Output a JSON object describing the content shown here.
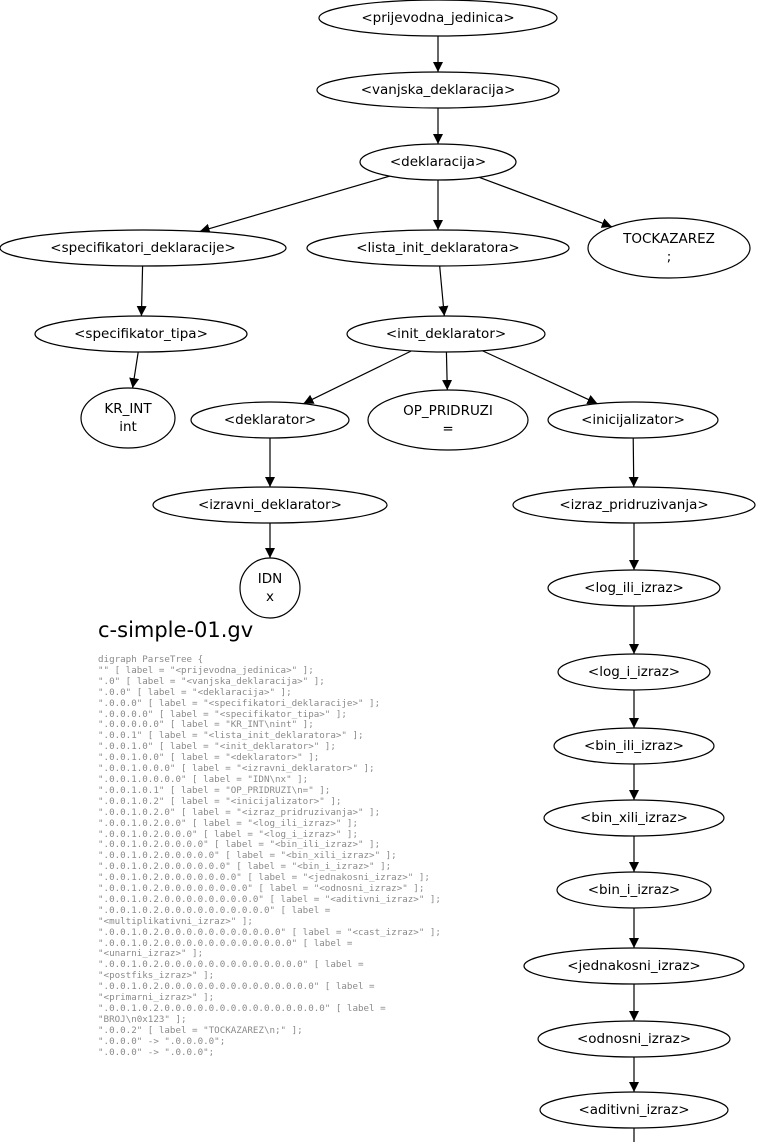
{
  "diagram": {
    "nodes": [
      {
        "id": "n0",
        "lines": [
          "<prijevodna_jedinica>"
        ]
      },
      {
        "id": "n1",
        "lines": [
          "<vanjska_deklaracija>"
        ]
      },
      {
        "id": "n2",
        "lines": [
          "<deklaracija>"
        ]
      },
      {
        "id": "n3",
        "lines": [
          "<specifikatori_deklaracije>"
        ]
      },
      {
        "id": "n4",
        "lines": [
          "<lista_init_deklaratora>"
        ]
      },
      {
        "id": "n5",
        "lines": [
          "TOCKAZAREZ",
          ";"
        ]
      },
      {
        "id": "n6",
        "lines": [
          "<specifikator_tipa>"
        ]
      },
      {
        "id": "n7",
        "lines": [
          "KR_INT",
          "int"
        ]
      },
      {
        "id": "n8",
        "lines": [
          "<init_deklarator>"
        ]
      },
      {
        "id": "n9",
        "lines": [
          "<deklarator>"
        ]
      },
      {
        "id": "n10",
        "lines": [
          "OP_PRIDRUZI",
          "="
        ]
      },
      {
        "id": "n11",
        "lines": [
          "<inicijalizator>"
        ]
      },
      {
        "id": "n12",
        "lines": [
          "<izravni_deklarator>"
        ]
      },
      {
        "id": "n13",
        "lines": [
          "IDN",
          "x"
        ]
      },
      {
        "id": "n14",
        "lines": [
          "<izraz_pridruzivanja>"
        ]
      },
      {
        "id": "n15",
        "lines": [
          "<log_ili_izraz>"
        ]
      },
      {
        "id": "n16",
        "lines": [
          "<log_i_izraz>"
        ]
      },
      {
        "id": "n17",
        "lines": [
          "<bin_ili_izraz>"
        ]
      },
      {
        "id": "n18",
        "lines": [
          "<bin_xili_izraz>"
        ]
      },
      {
        "id": "n19",
        "lines": [
          "<bin_i_izraz>"
        ]
      },
      {
        "id": "n20",
        "lines": [
          "<jednakosni_izraz>"
        ]
      },
      {
        "id": "n21",
        "lines": [
          "<odnosni_izraz>"
        ]
      },
      {
        "id": "n22",
        "lines": [
          "<aditivni_izraz>"
        ]
      }
    ],
    "edges": [
      [
        "n0",
        "n1"
      ],
      [
        "n1",
        "n2"
      ],
      [
        "n2",
        "n3"
      ],
      [
        "n2",
        "n4"
      ],
      [
        "n2",
        "n5"
      ],
      [
        "n3",
        "n6"
      ],
      [
        "n6",
        "n7"
      ],
      [
        "n4",
        "n8"
      ],
      [
        "n8",
        "n9"
      ],
      [
        "n8",
        "n10"
      ],
      [
        "n8",
        "n11"
      ],
      [
        "n9",
        "n12"
      ],
      [
        "n12",
        "n13"
      ],
      [
        "n11",
        "n14"
      ],
      [
        "n14",
        "n15"
      ],
      [
        "n15",
        "n16"
      ],
      [
        "n16",
        "n17"
      ],
      [
        "n17",
        "n18"
      ],
      [
        "n18",
        "n19"
      ],
      [
        "n19",
        "n20"
      ],
      [
        "n20",
        "n21"
      ],
      [
        "n21",
        "n22"
      ]
    ]
  },
  "file": {
    "title": "c-simple-01.gv",
    "source_lines": [
      "digraph ParseTree {",
      "\"\" [ label = \"<prijevodna_jedinica>\" ];",
      "\".0\" [ label = \"<vanjska_deklaracija>\" ];",
      "\".0.0\" [ label = \"<deklaracija>\" ];",
      "\".0.0.0\" [ label = \"<specifikatori_deklaracije>\" ];",
      "\".0.0.0.0\" [ label = \"<specifikator_tipa>\" ];",
      "\".0.0.0.0.0\" [ label = \"KR_INT\\nint\" ];",
      "\".0.0.1\" [ label = \"<lista_init_deklaratora>\" ];",
      "\".0.0.1.0\" [ label = \"<init_deklarator>\" ];",
      "\".0.0.1.0.0\" [ label = \"<deklarator>\" ];",
      "\".0.0.1.0.0.0\" [ label = \"<izravni_deklarator>\" ];",
      "\".0.0.1.0.0.0.0\" [ label = \"IDN\\nx\" ];",
      "\".0.0.1.0.1\" [ label = \"OP_PRIDRUZI\\n=\" ];",
      "\".0.0.1.0.2\" [ label = \"<inicijalizator>\" ];",
      "\".0.0.1.0.2.0\" [ label = \"<izraz_pridruzivanja>\" ];",
      "\".0.0.1.0.2.0.0\" [ label = \"<log_ili_izraz>\" ];",
      "\".0.0.1.0.2.0.0.0\" [ label = \"<log_i_izraz>\" ];",
      "\".0.0.1.0.2.0.0.0.0\" [ label = \"<bin_ili_izraz>\" ];",
      "\".0.0.1.0.2.0.0.0.0.0\" [ label = \"<bin_xili_izraz>\" ];",
      "\".0.0.1.0.2.0.0.0.0.0.0\" [ label = \"<bin_i_izraz>\" ];",
      "\".0.0.1.0.2.0.0.0.0.0.0.0\" [ label = \"<jednakosni_izraz>\" ];",
      "\".0.0.1.0.2.0.0.0.0.0.0.0.0\" [ label = \"<odnosni_izraz>\" ];",
      "\".0.0.1.0.2.0.0.0.0.0.0.0.0.0\" [ label = \"<aditivni_izraz>\" ];",
      "\".0.0.1.0.2.0.0.0.0.0.0.0.0.0.0\" [ label =",
      "\"<multiplikativni_izraz>\" ];",
      "\".0.0.1.0.2.0.0.0.0.0.0.0.0.0.0.0\" [ label = \"<cast_izraz>\" ];",
      "\".0.0.1.0.2.0.0.0.0.0.0.0.0.0.0.0.0\" [ label =",
      "\"<unarni_izraz>\" ];",
      "\".0.0.1.0.2.0.0.0.0.0.0.0.0.0.0.0.0.0\" [ label =",
      "\"<postfiks_izraz>\" ];",
      "\".0.0.1.0.2.0.0.0.0.0.0.0.0.0.0.0.0.0.0\" [ label =",
      "\"<primarni_izraz>\" ];",
      "\".0.0.1.0.2.0.0.0.0.0.0.0.0.0.0.0.0.0.0.0\" [ label =",
      "\"BROJ\\n0x123\" ];",
      "\".0.0.2\" [ label = \"TOCKAZAREZ\\n;\" ];",
      "\".0.0.0\" -> \".0.0.0.0\";",
      "\".0.0.0\" -> \".0.0.0\";"
    ]
  }
}
